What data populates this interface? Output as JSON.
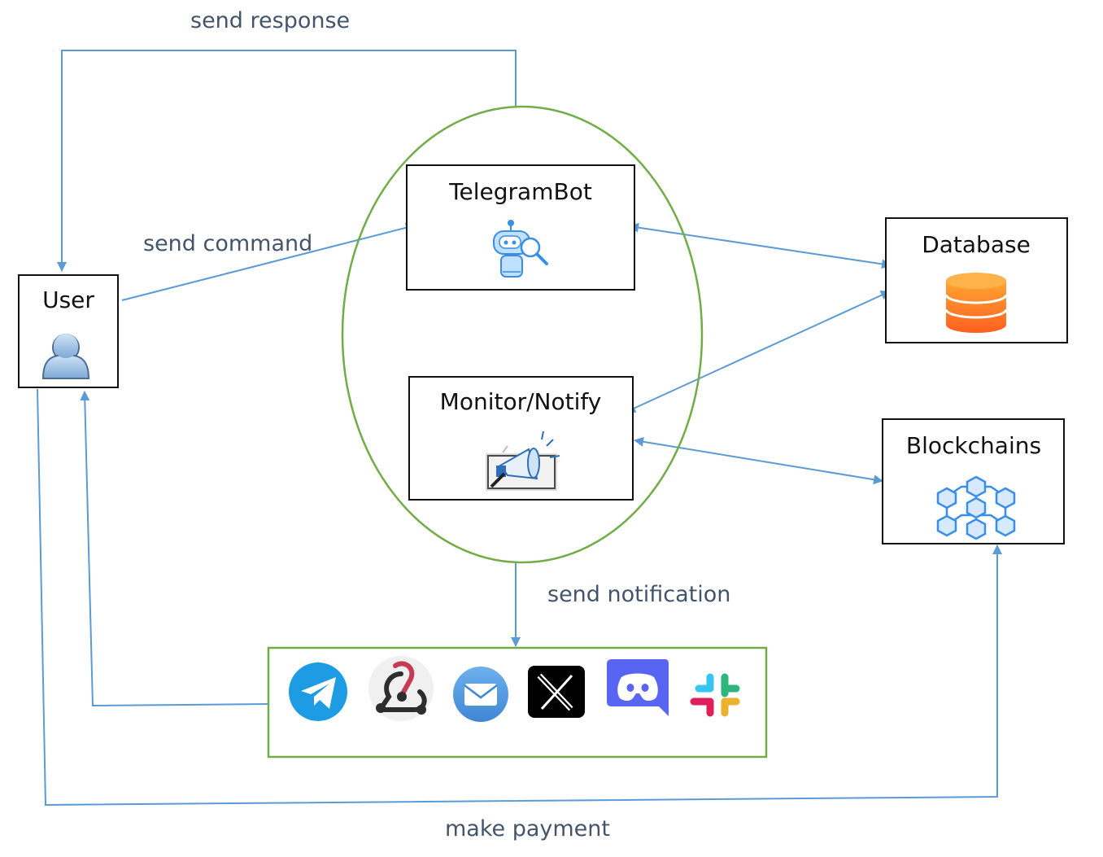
{
  "nodes": {
    "user": {
      "title": "User",
      "icon": "user-person-icon"
    },
    "telegram_bot": {
      "title": "TelegramBot",
      "icon": "robot-magnifier-icon"
    },
    "monitor_notify": {
      "title": "Monitor/Notify",
      "icon": "megaphone-icon"
    },
    "database": {
      "title": "Database",
      "icon": "database-cylinder-icon"
    },
    "blockchains": {
      "title": "Blockchains",
      "icon": "blockchain-cubes-icon"
    }
  },
  "edges": {
    "send_response": "send response",
    "send_command": "send command",
    "send_notification": "send notification",
    "make_payment": "make payment"
  },
  "channels": [
    {
      "name": "telegram",
      "icon": "telegram-icon"
    },
    {
      "name": "webhook",
      "icon": "webhook-icon"
    },
    {
      "name": "email",
      "icon": "email-icon"
    },
    {
      "name": "x",
      "icon": "x-logo-icon"
    },
    {
      "name": "discord",
      "icon": "discord-icon"
    },
    {
      "name": "slack",
      "icon": "slack-icon"
    }
  ],
  "colors": {
    "edge": "#5b9bd5",
    "ellipse": "#70ad47",
    "channel_box": "#70ad47",
    "label": "#44546a",
    "database": "#ff8a1f",
    "blockchain": "#3a8ee6",
    "telegram": "#1d9be3",
    "discord": "#5865f2"
  }
}
